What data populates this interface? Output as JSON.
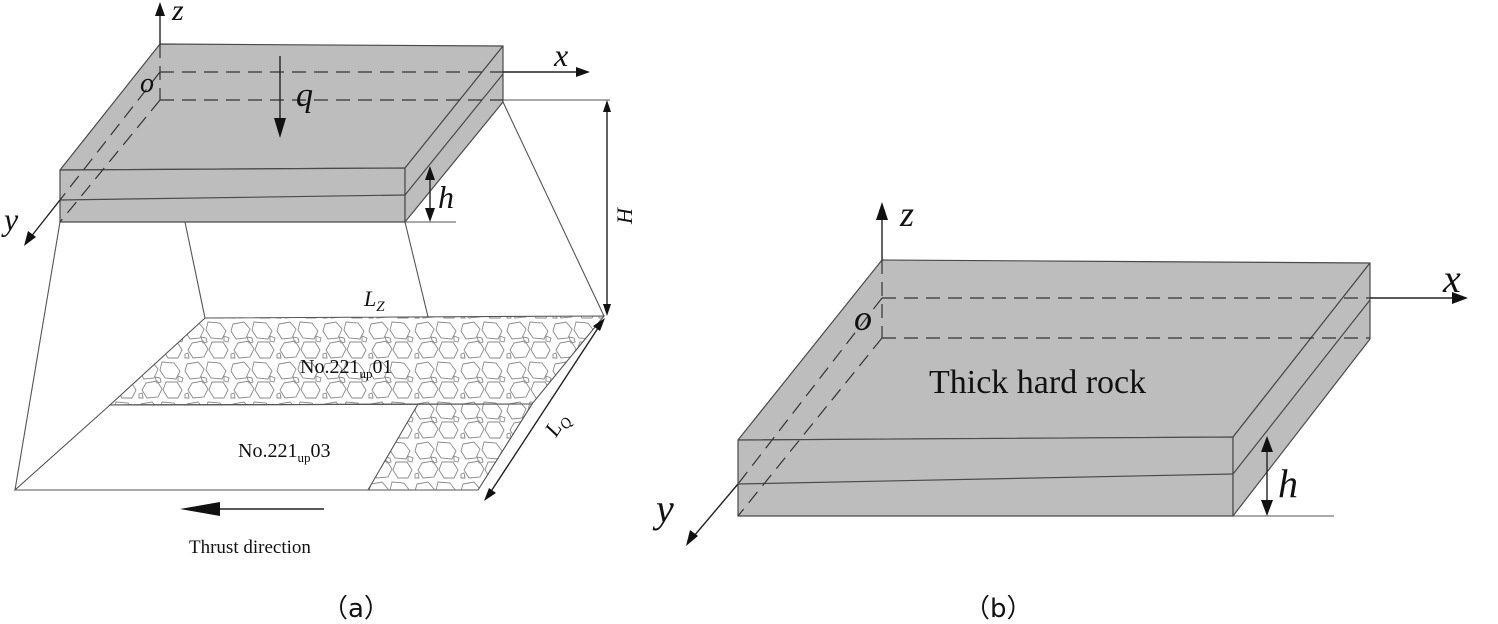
{
  "panel_a": {
    "axis_z": "z",
    "axis_x": "x",
    "axis_y": "y",
    "origin": "o",
    "load": "q",
    "thickness": "h",
    "height": "H",
    "length_z": "L",
    "length_z_sub": "Z",
    "length_q": "L",
    "length_q_sub": "Q",
    "panel_upper": {
      "prefix": "No.221",
      "sub": "up",
      "suffix": "01"
    },
    "panel_lower": {
      "prefix": "No.221",
      "sub": "up",
      "suffix": "03"
    },
    "thrust": "Thrust direction",
    "caption": "（a）"
  },
  "panel_b": {
    "axis_z": "z",
    "axis_x": "x",
    "axis_y": "y",
    "origin": "o",
    "thickness": "h",
    "label": "Thick hard rock",
    "caption": "（b）"
  }
}
